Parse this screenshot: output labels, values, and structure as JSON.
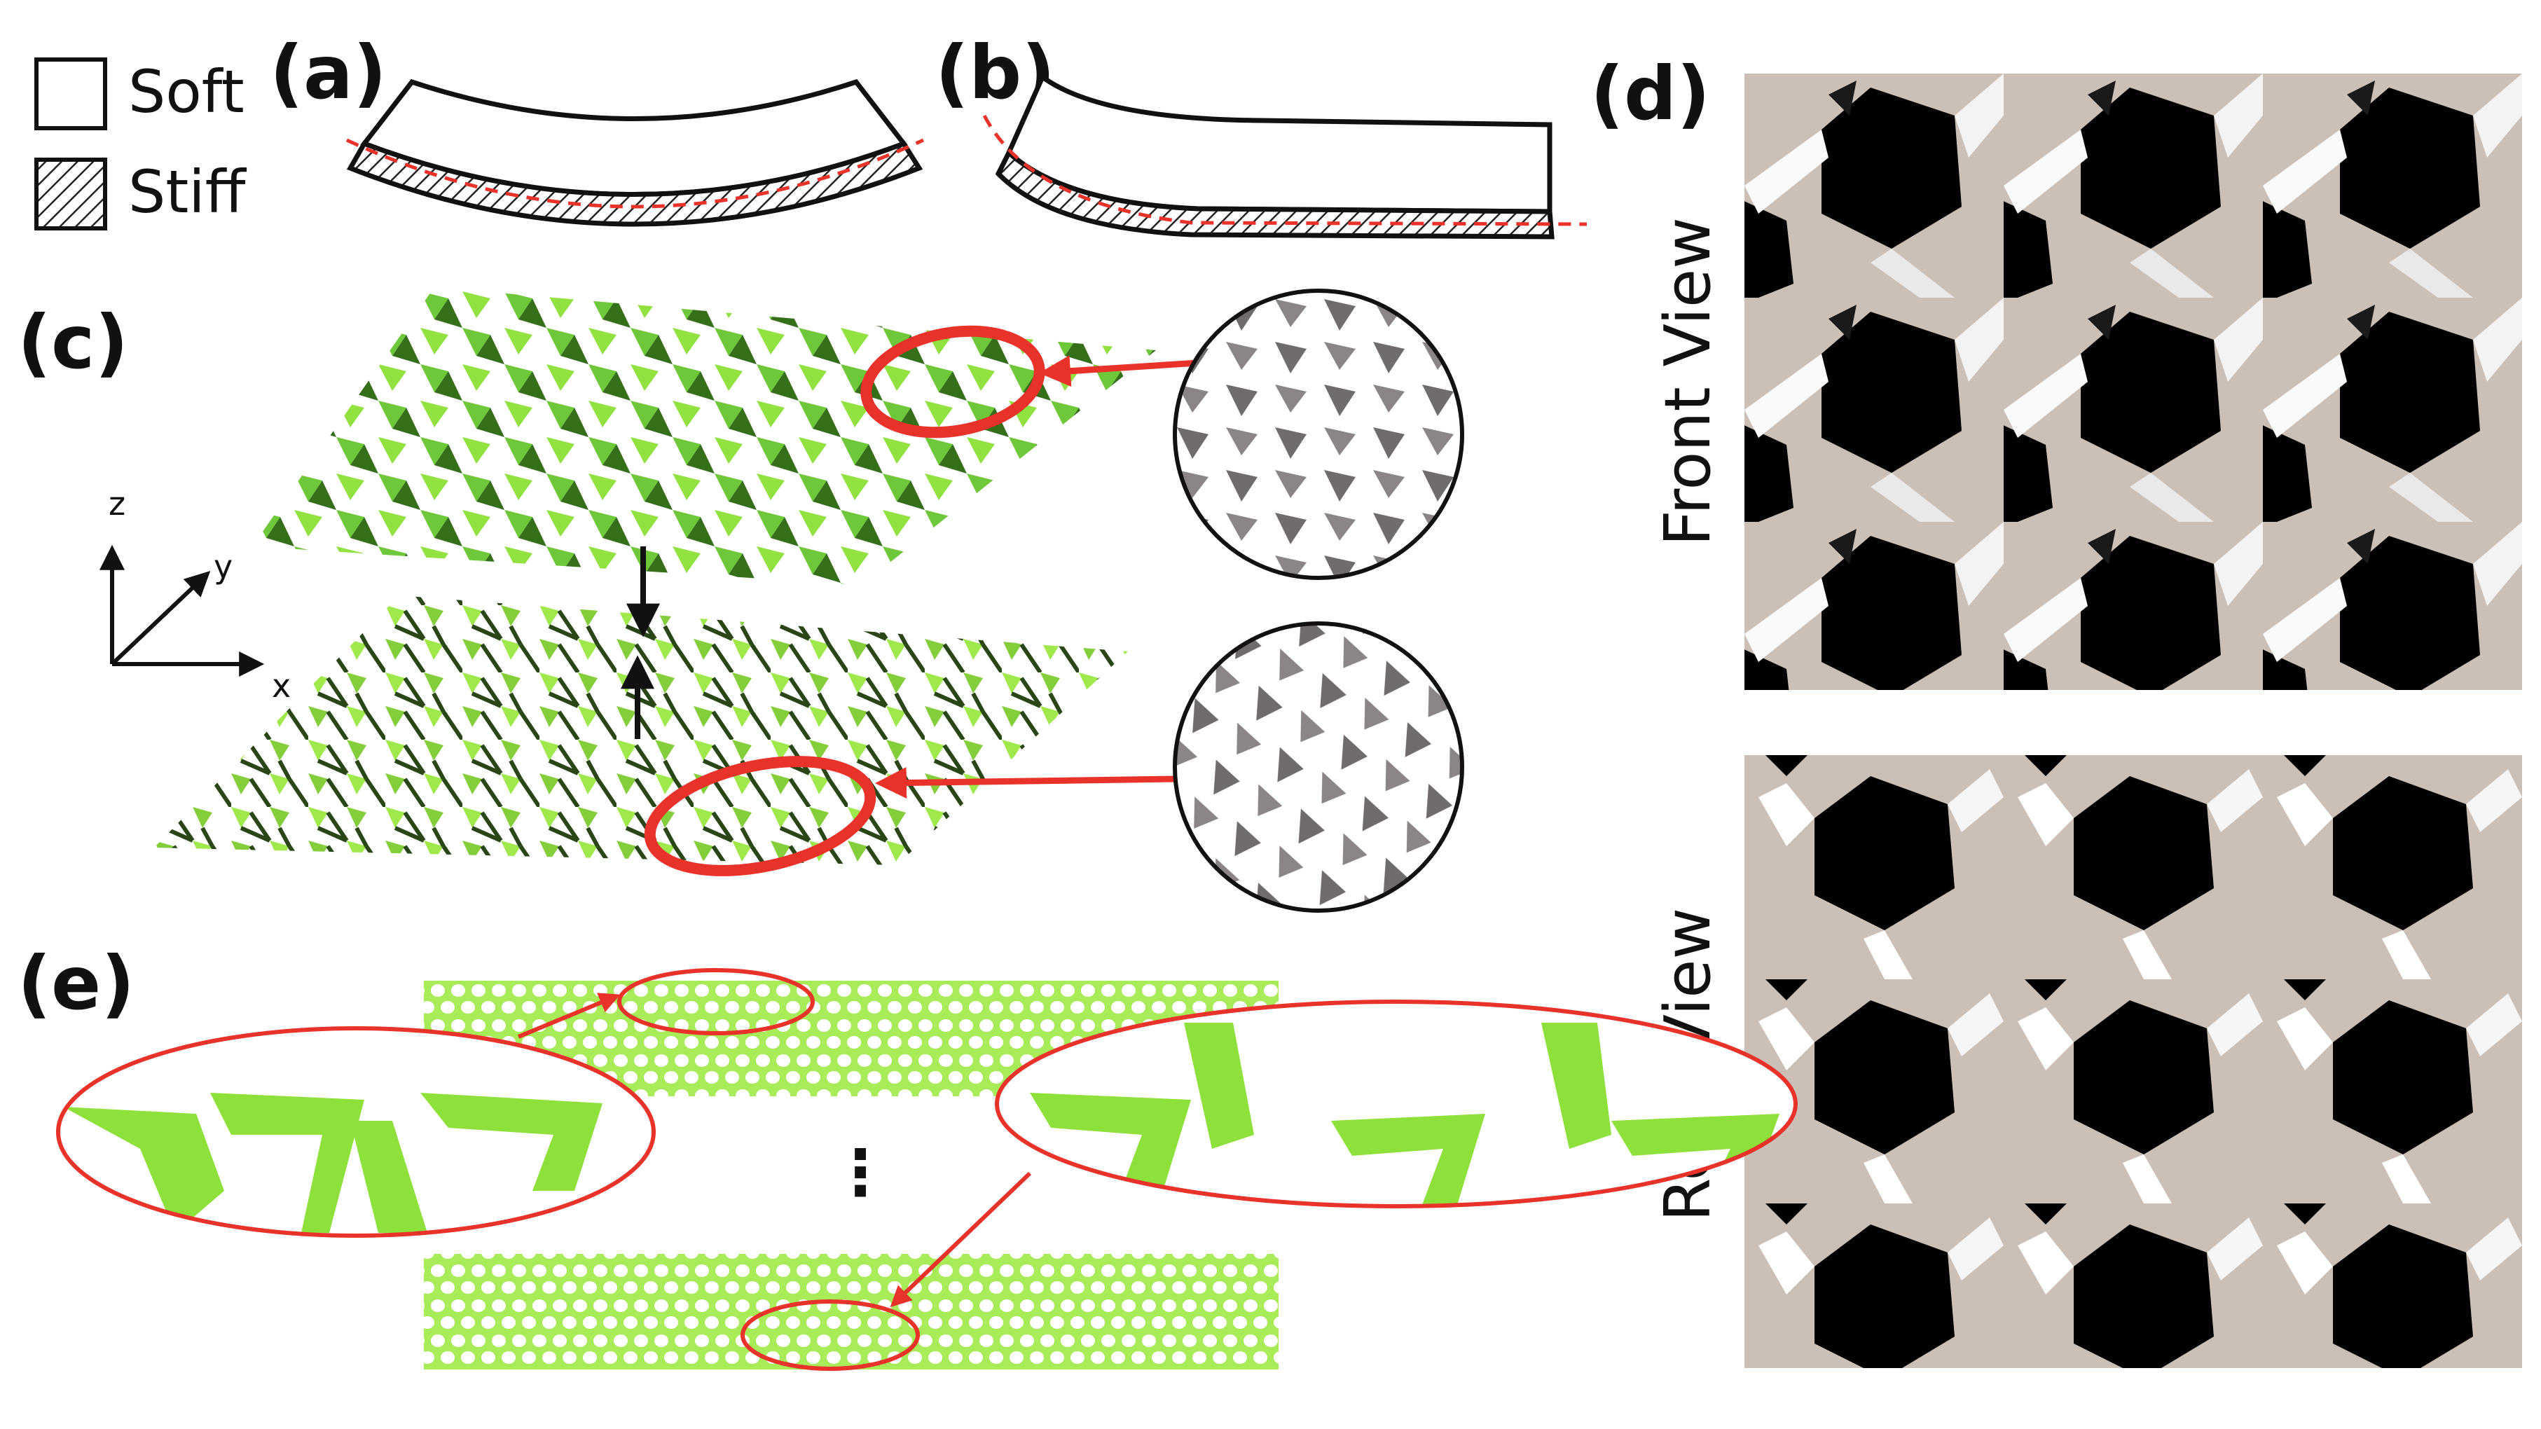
{
  "panel_labels": {
    "a": "(a)",
    "b": "(b)",
    "c": "(c)",
    "d": "(d)",
    "e": "(e)"
  },
  "legend": {
    "soft": "Soft",
    "stiff": "Stiff"
  },
  "axes": {
    "x": "x",
    "y": "y",
    "z": "z"
  },
  "views": {
    "front": "Front View",
    "rear": "Rear View"
  },
  "ellipsis": "⋮",
  "colors": {
    "lattice_green": "#8ee03a",
    "lattice_dark_green": "#2f6b12",
    "top_lattice_green": "#5fae2a",
    "highlight_red": "#e8322a",
    "render_beige": "#cbbfb6",
    "render_black": "#000000",
    "render_white": "#f6f6f6",
    "zoom_gray": "#706b6d"
  }
}
